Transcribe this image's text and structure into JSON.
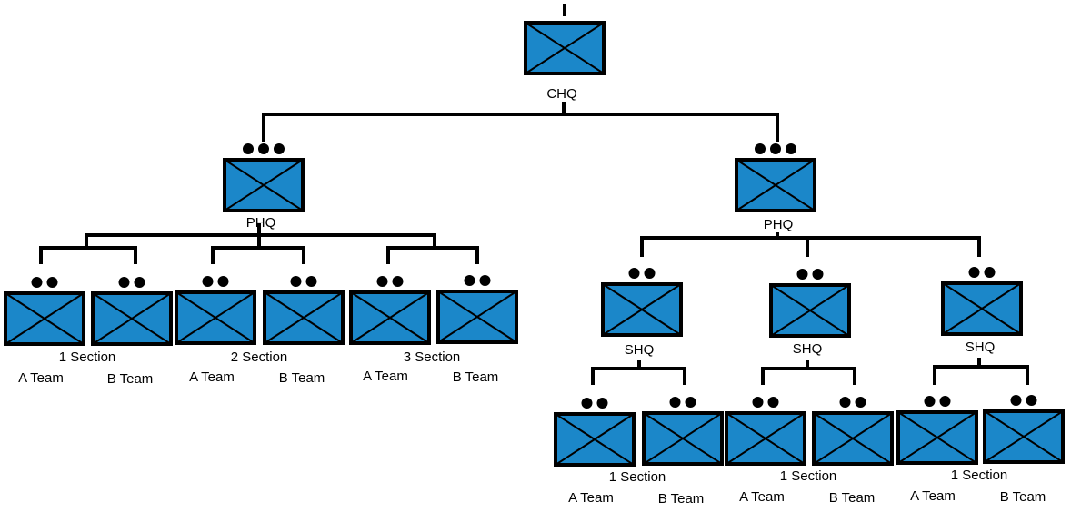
{
  "colors": {
    "unit_fill": "#1b87c9",
    "line": "#000000"
  },
  "icon_names": {
    "unit": "infantry-unit-symbol-icon",
    "echelon_section": "echelon-dots-icon"
  },
  "labels": {
    "chq": "CHQ",
    "phq_left": "PHQ",
    "phq_right": "PHQ",
    "section_1_left": "1 Section",
    "section_2_left": "2 Section",
    "section_3_left": "3 Section",
    "shq_1": "SHQ",
    "shq_2": "SHQ",
    "shq_3": "SHQ",
    "section_1_right_a": "1 Section",
    "section_1_right_b": "1 Section",
    "section_1_right_c": "1 Section",
    "team_a": "A Team",
    "team_b": "B Team"
  },
  "units": [
    {
      "id": "chq",
      "dots": 0,
      "staff": true
    },
    {
      "id": "phq-left",
      "dots": 3
    },
    {
      "id": "phq-right",
      "dots": 3
    },
    {
      "id": "sec1-team-a",
      "dots": 2
    },
    {
      "id": "sec1-team-b",
      "dots": 2
    },
    {
      "id": "sec2-team-a",
      "dots": 2
    },
    {
      "id": "sec2-team-b",
      "dots": 2
    },
    {
      "id": "sec3-team-a",
      "dots": 2
    },
    {
      "id": "sec3-team-b",
      "dots": 2
    },
    {
      "id": "shq-1",
      "dots": 2
    },
    {
      "id": "shq-2",
      "dots": 2
    },
    {
      "id": "shq-3",
      "dots": 2
    },
    {
      "id": "shq1-team-a",
      "dots": 2
    },
    {
      "id": "shq1-team-b",
      "dots": 2
    },
    {
      "id": "shq2-team-a",
      "dots": 2
    },
    {
      "id": "shq2-team-b",
      "dots": 2
    },
    {
      "id": "shq3-team-a",
      "dots": 2
    },
    {
      "id": "shq3-team-b",
      "dots": 2
    }
  ]
}
